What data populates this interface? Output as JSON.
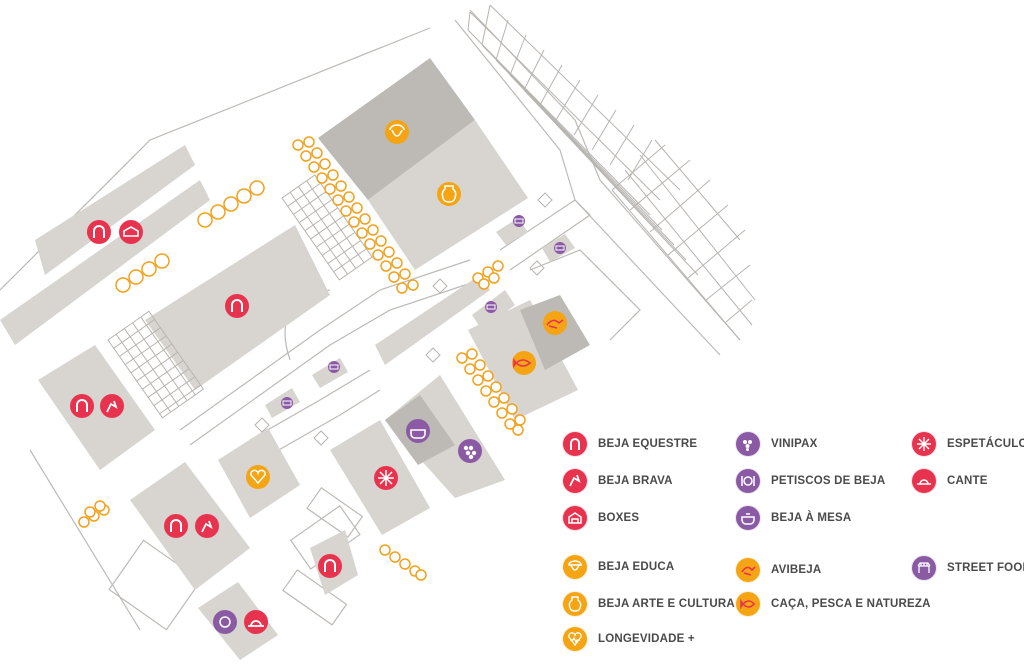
{
  "colors": {
    "red": "#e8334f",
    "orange": "#f5a414",
    "purple": "#8b5aa4",
    "building": "#d8d4d0",
    "building_dark": "#bdbab6",
    "tree_outline": "#f2a11c"
  },
  "legend": [
    {
      "label": "BEJA EQUESTRE",
      "color": "red",
      "icon": "horseshoe-icon"
    },
    {
      "label": "BEJA BRAVA",
      "color": "red",
      "icon": "bull-horns-icon"
    },
    {
      "label": "BOXES",
      "color": "red",
      "icon": "stable-icon"
    },
    {
      "label": "VINIPAX",
      "color": "purple",
      "icon": "grapes-icon"
    },
    {
      "label": "PETISCOS DE BEJA",
      "color": "purple",
      "icon": "plate-cutlery-icon"
    },
    {
      "label": "BEJA À MESA",
      "color": "purple",
      "icon": "pot-icon"
    },
    {
      "label": "ESPETÁCULOS",
      "color": "red",
      "icon": "spark-icon"
    },
    {
      "label": "CANTE",
      "color": "red",
      "icon": "hat-icon"
    },
    {
      "label": "BEJA EDUCA",
      "color": "orange",
      "icon": "acorn-icon"
    },
    {
      "label": "BEJA ARTE E CULTURA",
      "color": "orange",
      "icon": "vase-icon"
    },
    {
      "label": "LONGEVIDADE +",
      "color": "orange",
      "icon": "heart-pulse-icon"
    },
    {
      "label": "AVIBEJA",
      "color": "orange",
      "icon": "bird-icon"
    },
    {
      "label": "CAÇA, PESCA E NATUREZA",
      "color": "orange",
      "icon": "fish-icon"
    },
    {
      "label": "STREET FOOD",
      "color": "purple",
      "icon": "food-stall-icon"
    }
  ]
}
